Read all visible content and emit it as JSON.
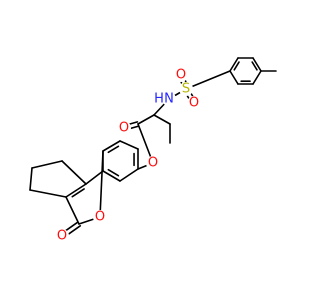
{
  "colors": {
    "bond": "#000000",
    "oxygen": "#ff0d0d",
    "nitrogen": "#2626ff",
    "sulfur": "#b5b500",
    "background": "#ffffff"
  },
  "atoms": {
    "sulfonyl_o_left": "O",
    "sulfonyl_s": "S",
    "sulfonyl_o_right": "O",
    "amine_n": "N",
    "amine_h": "H",
    "ester_carbonyl_o": "O",
    "ester_o": "O",
    "ring_o": "O",
    "lactone_carbonyl_o": "O"
  }
}
